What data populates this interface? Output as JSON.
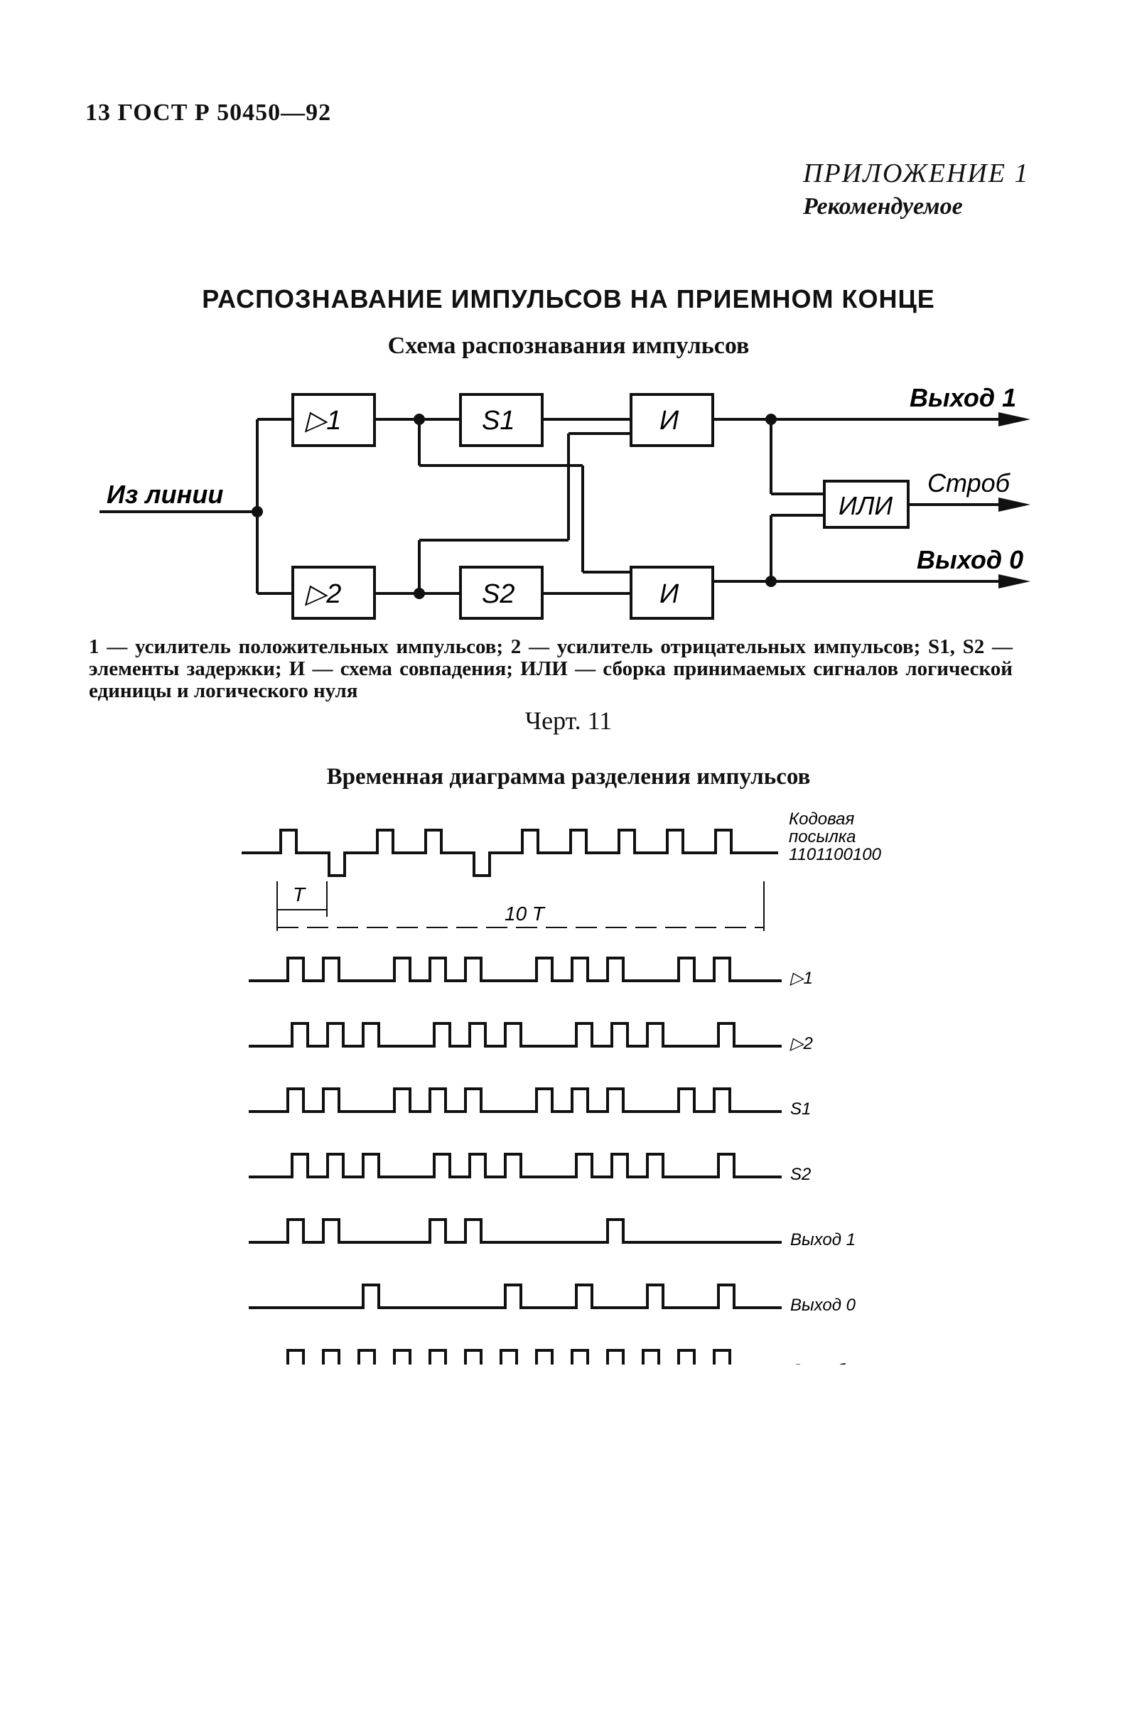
{
  "page_header": "13 ГОСТ Р 50450—92",
  "appendix": {
    "label": "ПРИЛОЖЕНИЕ 1",
    "status": "Рекомендуемое"
  },
  "section_title": "РАСПОЗНАВАНИЕ ИМПУЛЬСОВ НА ПРИЕМНОМ КОНЦЕ",
  "scheme_title": "Схема распознавания импульсов",
  "block_diagram": {
    "input_label": "Из линии",
    "blocks": {
      "amp1": "▷1",
      "amp2": "▷2",
      "s1": "S1",
      "s2": "S2",
      "and1": "И",
      "and2": "И",
      "or": "ИЛИ"
    },
    "outputs": {
      "out1": "Выход 1",
      "strobe": "Строб",
      "out0": "Выход 0"
    }
  },
  "legend_text": "1 — усилитель положительных импульсов; 2 — усилитель отрицательных импульсов; S1, S2 — элементы задержки; И — схема совпадения; ИЛИ — сборка принимаемых сигналов логической единицы и логического нуля",
  "figure_caption": "Черт. 11",
  "timing_title": "Временная диаграмма разделения импульсов",
  "timing": {
    "code_label_lines": [
      "Кодовая",
      "посылка",
      "1101100100"
    ],
    "period_label": "T",
    "span_label": "10 T",
    "traces": [
      {
        "name": "▷1",
        "pulses": [
          1,
          1,
          0,
          1,
          1,
          1,
          0,
          1,
          1,
          1,
          0,
          1,
          1
        ]
      },
      {
        "name": "▷2",
        "pulses": [
          1,
          1,
          1,
          0,
          1,
          1,
          1,
          0,
          1,
          1,
          1,
          0,
          1
        ]
      },
      {
        "name": "S1",
        "pulses": [
          1,
          1,
          0,
          1,
          1,
          1,
          0,
          1,
          1,
          1,
          0,
          1,
          1
        ]
      },
      {
        "name": "S2",
        "pulses": [
          1,
          1,
          1,
          0,
          1,
          1,
          1,
          0,
          1,
          1,
          1,
          0,
          1
        ]
      },
      {
        "name": "Выход 1",
        "pulses": [
          1,
          1,
          0,
          0,
          1,
          1,
          0,
          0,
          0,
          1,
          0,
          0,
          0
        ]
      },
      {
        "name": "Выход 0",
        "pulses": [
          0,
          0,
          1,
          0,
          0,
          0,
          1,
          0,
          1,
          0,
          1,
          0,
          1
        ]
      },
      {
        "name": "Строб",
        "pulses": [
          1,
          1,
          1,
          1,
          1,
          1,
          1,
          1,
          1,
          1,
          1,
          1,
          1
        ]
      }
    ]
  }
}
